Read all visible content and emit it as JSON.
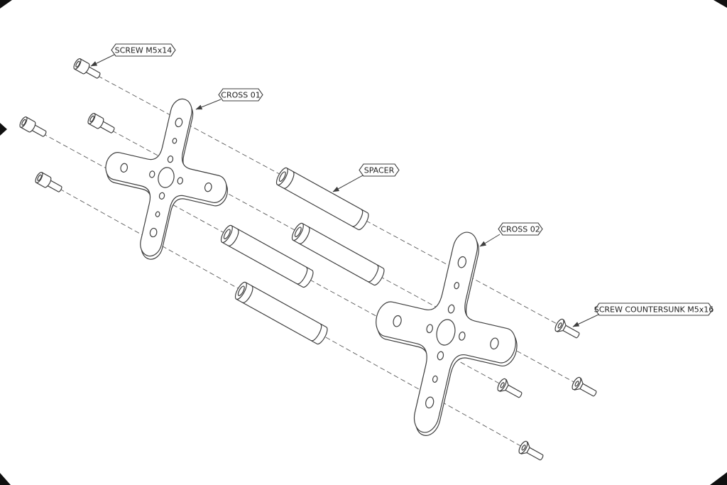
{
  "diagram": {
    "type": "exploded-assembly-drawing",
    "callouts": {
      "screw_m5x14": "SCREW M5x14",
      "cross_01": "CROSS 01",
      "spacer": "SPACER",
      "cross_02": "CROSS 02",
      "screw_countersunk_m5x16": "SCREW COUNTERSUNK M5x16"
    },
    "parts": [
      {
        "name": "SCREW M5x14",
        "quantity": 4
      },
      {
        "name": "CROSS 01",
        "quantity": 1
      },
      {
        "name": "SPACER",
        "quantity": 4
      },
      {
        "name": "CROSS 02",
        "quantity": 1
      },
      {
        "name": "SCREW COUNTERSUNK M5x16",
        "quantity": 4
      }
    ],
    "colors": {
      "line": "#3e3e3e",
      "fill": "#ffffff",
      "background": "#ffffff",
      "dashed_axis": "#5a5a5a"
    }
  }
}
